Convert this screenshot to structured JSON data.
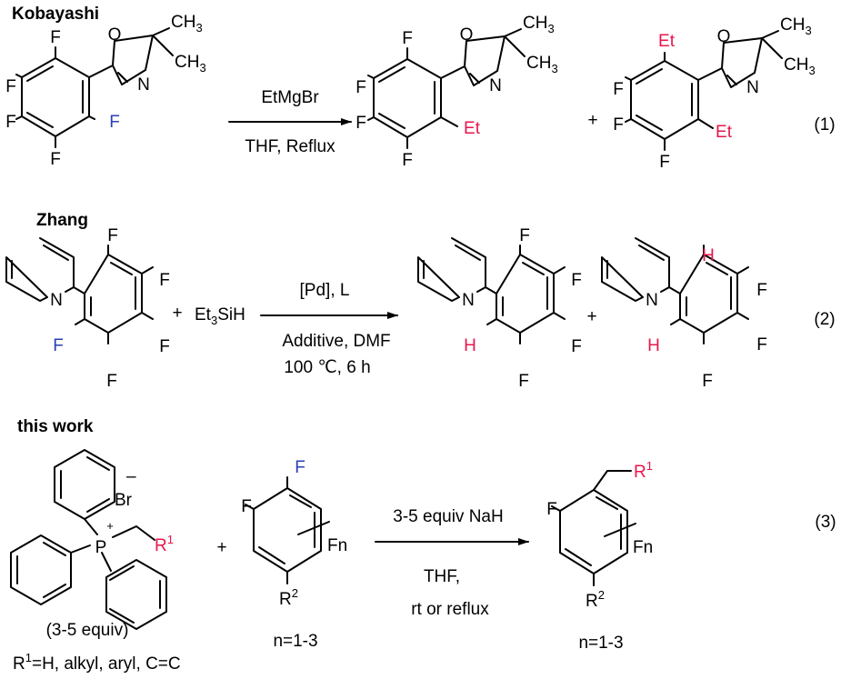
{
  "colors": {
    "black": "#000000",
    "red": "#e8174a",
    "blue": "#2a3fb5",
    "background": "#ffffff"
  },
  "sections": [
    {
      "title": "Kobayashi",
      "number": "(1)"
    },
    {
      "title": "Zhang",
      "number": "(2)"
    },
    {
      "title": "this work",
      "number": "(3)"
    }
  ],
  "atoms": {
    "F": "F",
    "N": "N",
    "O": "O",
    "H": "H",
    "Et": "Et",
    "CH": "CH",
    "three": "3",
    "P": "P",
    "plus_charge": "+",
    "R": "R",
    "one": "1",
    "two": "2",
    "Fn": "Fn",
    "Br": "Br",
    "minus": "–"
  },
  "reaction1": {
    "reagent": "EtMgBr",
    "conditions": "THF, Reflux",
    "plus": "+"
  },
  "reaction2": {
    "reagent_a": "Et",
    "reagent_sub": "3",
    "reagent_b": "SiH",
    "catalyst": "[Pd], L",
    "conditions": "Additive, DMF",
    "temperature": "100 ℃, 6 h",
    "plus": "+"
  },
  "reaction3": {
    "reagent": "3-5 equiv NaH",
    "conditions": "THF,",
    "temperature": "rt or reflux",
    "plus": "+",
    "salt_equiv": "(3-5 equiv)",
    "r1_prefix": "R",
    "r1_sup": "1",
    "r1_definition": "=H, alkyl, aryl, C=C",
    "n_range_substrate": "n=1-3",
    "n_range_product": "n=1-3"
  }
}
